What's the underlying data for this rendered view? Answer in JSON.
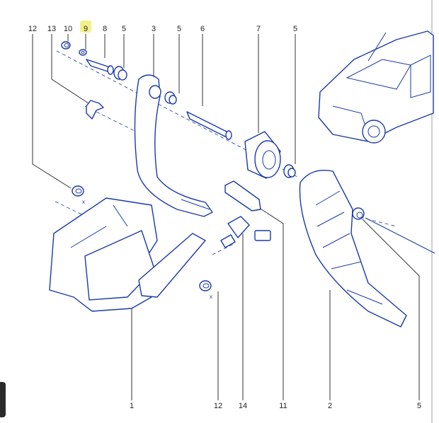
{
  "diagram": {
    "highlight_color": "#f3f08a",
    "line_color": "#1a3aa8",
    "top_labels": [
      "12",
      "13",
      "10",
      "9",
      "8",
      "5",
      "3",
      "5",
      "6",
      "7",
      "5"
    ],
    "bottom_labels": [
      "1",
      "12",
      "14",
      "11",
      "2",
      "5"
    ],
    "highlighted_label": "9",
    "axis_marks": [
      "x",
      "x"
    ]
  }
}
